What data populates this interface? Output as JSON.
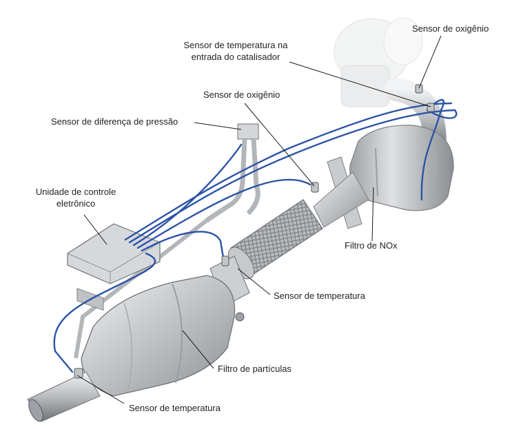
{
  "labels": {
    "oxygen_sensor_top": "Sensor de oxigênio",
    "temp_sensor_cat_inlet_line1": "Sensor de temperatura na",
    "temp_sensor_cat_inlet_line2": "entrada do catalisador",
    "oxygen_sensor_mid": "Sensor de oxigênio",
    "pressure_diff_sensor": "Sensor de diferença de pressão",
    "ecu_line1": "Unidade de controle",
    "ecu_line2": "eletrônico",
    "nox_filter": "Filtro de NOx",
    "temp_sensor_mid": "Sensor de temperatura",
    "particle_filter": "Filtro de partículas",
    "temp_sensor_bottom": "Sensor de temperatura"
  },
  "colors": {
    "wire": "#2b53a6",
    "leader": "#1a1a1a",
    "metal_dark": "#8a8d90",
    "metal_light": "#e2e4e6"
  }
}
